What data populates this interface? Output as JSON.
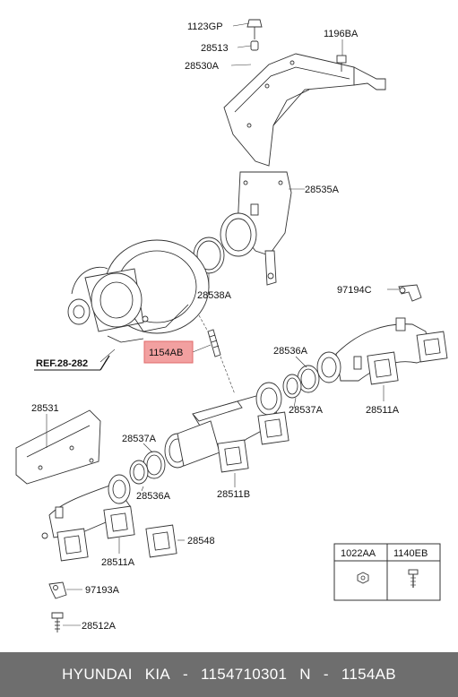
{
  "parts": {
    "p1123GP": "1123GP",
    "p28513": "28513",
    "p28530A": "28530A",
    "p1196BA": "1196BA",
    "p28535A": "28535A",
    "p28538A": "28538A",
    "p97194C": "97194C",
    "p1154AB": "1154AB",
    "ref": "REF.28-282",
    "p28536A_top": "28536A",
    "p28537A_top": "28537A",
    "p28511A_top": "28511A",
    "p28531": "28531",
    "p28537A_bot": "28537A",
    "p28536A_bot": "28536A",
    "p28511B": "28511B",
    "p28548": "28548",
    "p28511A_bot": "28511A",
    "p97193A": "97193A",
    "p28512A": "28512A"
  },
  "table": {
    "col1": "1022AA",
    "col2": "1140EB"
  },
  "footer": {
    "brand": "HYUNDAI",
    "maker": "KIA",
    "sep1": "-",
    "partno": "1154710301",
    "n": "N",
    "sep2": "-",
    "code": "1154AB"
  },
  "colors": {
    "highlight": "#f2a0a0",
    "footer_bg": "#6e6e6e"
  }
}
